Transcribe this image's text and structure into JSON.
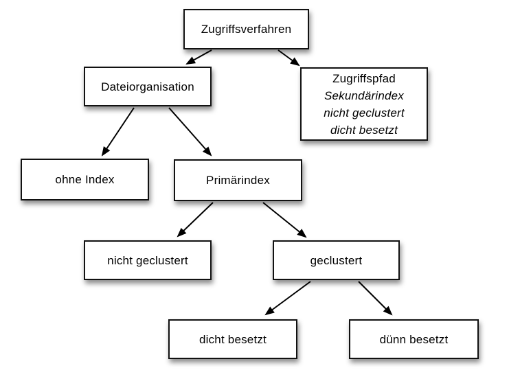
{
  "diagram": {
    "colors": {
      "background": "#ffffff",
      "box_fill": "#ffffff",
      "box_border": "#111111",
      "line": "#000000",
      "text": "#000000"
    },
    "nodes": {
      "root": {
        "label": "Zugriffsverfahren"
      },
      "dateiorganisation": {
        "label": "Dateiorganisation"
      },
      "zugriffspfad": {
        "line1": "Zugriffspfad",
        "line2": "Sekundärindex",
        "line3": "nicht geclustert",
        "line4": "dicht besetzt"
      },
      "ohne_index": {
        "label": "ohne Index"
      },
      "primaerindex": {
        "label": "Primärindex"
      },
      "nicht_geclustert": {
        "label": "nicht geclustert"
      },
      "geclustert": {
        "label": "geclustert"
      },
      "dicht_besetzt": {
        "label": "dicht besetzt"
      },
      "duenn_besetzt": {
        "label": "dünn besetzt"
      }
    },
    "edges": [
      {
        "from": "Zugriffsverfahren",
        "to": "Dateiorganisation"
      },
      {
        "from": "Zugriffsverfahren",
        "to": "Zugriffspfad"
      },
      {
        "from": "Dateiorganisation",
        "to": "ohne Index"
      },
      {
        "from": "Dateiorganisation",
        "to": "Primärindex"
      },
      {
        "from": "Primärindex",
        "to": "nicht geclustert"
      },
      {
        "from": "Primärindex",
        "to": "geclustert"
      },
      {
        "from": "geclustert",
        "to": "dicht besetzt"
      },
      {
        "from": "geclustert",
        "to": "dünn besetzt"
      }
    ]
  }
}
